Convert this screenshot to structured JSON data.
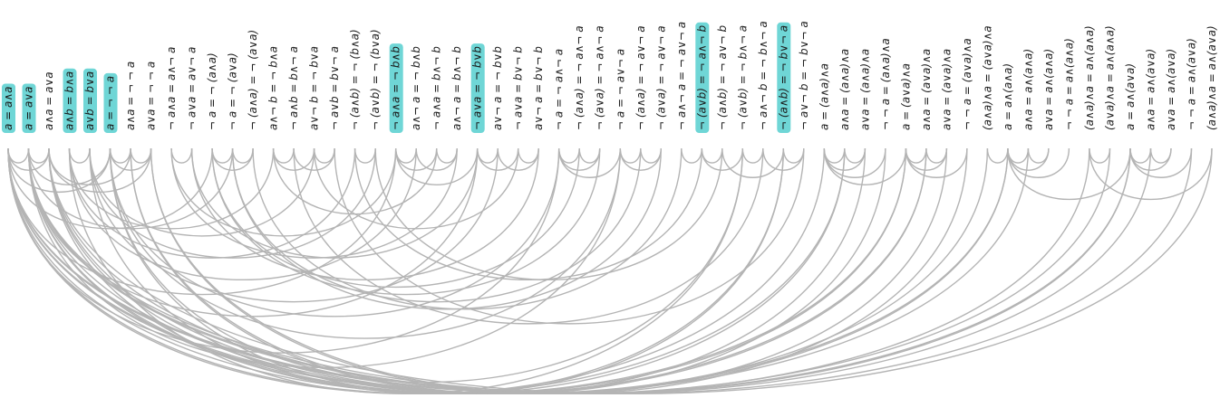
{
  "diagram": {
    "highlight_color": "#6fd6d6",
    "arc_color": "#b4b4b4",
    "text_color": "#222222",
    "nodes": [
      {
        "label": "a = a∧a",
        "highlight": true
      },
      {
        "label": "a = a∨a",
        "highlight": true
      },
      {
        "label": "a∧a = a∨a",
        "highlight": false
      },
      {
        "label": "a∧b = b∧a",
        "highlight": true
      },
      {
        "label": "a∨b = b∨a",
        "highlight": true
      },
      {
        "label": "a = ¬ ¬ a",
        "highlight": true
      },
      {
        "label": "a∧a = ¬ ¬ a",
        "highlight": false
      },
      {
        "label": "a∨a = ¬ ¬ a",
        "highlight": false
      },
      {
        "label": "¬ a∧a = a∧¬ a",
        "highlight": false
      },
      {
        "label": "¬ a∨a = a∨¬ a",
        "highlight": false
      },
      {
        "label": "¬ a = ¬ (a∧a)",
        "highlight": false
      },
      {
        "label": "¬ a = ¬ (a∨a)",
        "highlight": false
      },
      {
        "label": "¬ (a∧a) = ¬ (a∨a)",
        "highlight": false
      },
      {
        "label": "a∧¬ b = ¬ b∧a",
        "highlight": false
      },
      {
        "label": "¬ a∧b = b∧¬ a",
        "highlight": false
      },
      {
        "label": "a∨¬ b = ¬ b∨a",
        "highlight": false
      },
      {
        "label": "¬ a∨b = b∨¬ a",
        "highlight": false
      },
      {
        "label": "¬ (a∧b) = ¬ (b∧a)",
        "highlight": false
      },
      {
        "label": "¬ (a∨b) = ¬ (b∨a)",
        "highlight": false
      },
      {
        "label": "¬ a∧a = ¬ b∧b",
        "highlight": true
      },
      {
        "label": "a∧¬ a = ¬ b∧b",
        "highlight": false
      },
      {
        "label": "¬ a∧a = b∧¬ b",
        "highlight": false
      },
      {
        "label": "a∧¬ a = b∧¬ b",
        "highlight": false
      },
      {
        "label": "¬ a∨a = ¬ b∨b",
        "highlight": true
      },
      {
        "label": "a∨¬ a = ¬ b∨b",
        "highlight": false
      },
      {
        "label": "¬ a∨a = b∨¬ b",
        "highlight": false
      },
      {
        "label": "a∨¬ a = b∨¬ b",
        "highlight": false
      },
      {
        "label": "¬ a = ¬ a∧¬ a",
        "highlight": false
      },
      {
        "label": "¬ (a∧a) = ¬ a∧¬ a",
        "highlight": false
      },
      {
        "label": "¬ (a∨a) = ¬ a∧¬ a",
        "highlight": false
      },
      {
        "label": "¬ a = ¬ a∨¬ a",
        "highlight": false
      },
      {
        "label": "¬ (a∧a) = ¬ a∨¬ a",
        "highlight": false
      },
      {
        "label": "¬ (a∨a) = ¬ a∨¬ a",
        "highlight": false
      },
      {
        "label": "¬ a∧¬ a = ¬ a∨¬ a",
        "highlight": false
      },
      {
        "label": "¬ (a∨b) = ¬ a∧¬ b",
        "highlight": true
      },
      {
        "label": "¬ (a∧b) = ¬ a∨¬ b",
        "highlight": false
      },
      {
        "label": "¬ (a∨b) = ¬ b∧¬ a",
        "highlight": false
      },
      {
        "label": "¬ a∧¬ b = ¬ b∧¬ a",
        "highlight": false
      },
      {
        "label": "¬ (a∧b) = ¬ b∨¬ a",
        "highlight": true
      },
      {
        "label": "¬ a∨¬ b = ¬ b∨¬ a",
        "highlight": false
      },
      {
        "label": "a = (a∧a)∧a",
        "highlight": false
      },
      {
        "label": "a∧a = (a∧a)∧a",
        "highlight": false
      },
      {
        "label": "a∨a = (a∧a)∧a",
        "highlight": false
      },
      {
        "label": "¬ ¬ a = (a∧a)∧a",
        "highlight": false
      },
      {
        "label": "a = (a∨a)∧a",
        "highlight": false
      },
      {
        "label": "a∧a = (a∨a)∧a",
        "highlight": false
      },
      {
        "label": "a∨a = (a∨a)∧a",
        "highlight": false
      },
      {
        "label": "¬ ¬ a = (a∨a)∧a",
        "highlight": false
      },
      {
        "label": "(a∧a)∧a = (a∨a)∧a",
        "highlight": false
      },
      {
        "label": "a = a∧(a∧a)",
        "highlight": false
      },
      {
        "label": "a∧a = a∧(a∧a)",
        "highlight": false
      },
      {
        "label": "a∨a = a∧(a∧a)",
        "highlight": false
      },
      {
        "label": "¬ ¬ a = a∧(a∧a)",
        "highlight": false
      },
      {
        "label": "(a∧a)∧a = a∧(a∧a)",
        "highlight": false
      },
      {
        "label": "(a∨a)∧a = a∧(a∧a)",
        "highlight": false
      },
      {
        "label": "a = a∧(a∨a)",
        "highlight": false
      },
      {
        "label": "a∧a = a∧(a∨a)",
        "highlight": false
      },
      {
        "label": "a∨a = a∧(a∨a)",
        "highlight": false
      },
      {
        "label": "¬ ¬ a = a∧(a∨a)",
        "highlight": false
      },
      {
        "label": "(a∧a)∧a = a∧(a∨a)",
        "highlight": false
      }
    ],
    "edges": [
      [
        0,
        1
      ],
      [
        0,
        2
      ],
      [
        1,
        2
      ],
      [
        3,
        4
      ],
      [
        0,
        5
      ],
      [
        1,
        5
      ],
      [
        2,
        6
      ],
      [
        2,
        7
      ],
      [
        6,
        7
      ],
      [
        5,
        6
      ],
      [
        5,
        7
      ],
      [
        8,
        9
      ],
      [
        10,
        11
      ],
      [
        11,
        12
      ],
      [
        10,
        12
      ],
      [
        13,
        14
      ],
      [
        15,
        16
      ],
      [
        13,
        15
      ],
      [
        14,
        16
      ],
      [
        17,
        18
      ],
      [
        3,
        17
      ],
      [
        4,
        18
      ],
      [
        19,
        20
      ],
      [
        19,
        21
      ],
      [
        20,
        22
      ],
      [
        21,
        22
      ],
      [
        23,
        24
      ],
      [
        23,
        25
      ],
      [
        24,
        26
      ],
      [
        25,
        26
      ],
      [
        19,
        23
      ],
      [
        27,
        28
      ],
      [
        28,
        29
      ],
      [
        27,
        29
      ],
      [
        30,
        31
      ],
      [
        31,
        32
      ],
      [
        30,
        32
      ],
      [
        27,
        30
      ],
      [
        33,
        34
      ],
      [
        34,
        36
      ],
      [
        35,
        38
      ],
      [
        36,
        37
      ],
      [
        38,
        39
      ],
      [
        35,
        34
      ],
      [
        37,
        39
      ],
      [
        40,
        41
      ],
      [
        40,
        42
      ],
      [
        41,
        42
      ],
      [
        40,
        43
      ],
      [
        44,
        45
      ],
      [
        44,
        46
      ],
      [
        45,
        46
      ],
      [
        44,
        47
      ],
      [
        40,
        44
      ],
      [
        48,
        49
      ],
      [
        49,
        50
      ],
      [
        49,
        51
      ],
      [
        50,
        51
      ],
      [
        49,
        52
      ],
      [
        53,
        54
      ],
      [
        55,
        56
      ],
      [
        55,
        57
      ],
      [
        56,
        57
      ],
      [
        55,
        58
      ],
      [
        49,
        55
      ],
      [
        53,
        59
      ],
      [
        0,
        10
      ],
      [
        1,
        11
      ],
      [
        0,
        19
      ],
      [
        1,
        23
      ],
      [
        3,
        13
      ],
      [
        4,
        15
      ],
      [
        5,
        27
      ],
      [
        5,
        30
      ],
      [
        8,
        19
      ],
      [
        9,
        23
      ],
      [
        0,
        40
      ],
      [
        1,
        44
      ],
      [
        0,
        49
      ],
      [
        1,
        55
      ],
      [
        2,
        41
      ],
      [
        2,
        45
      ],
      [
        6,
        43
      ],
      [
        7,
        47
      ],
      [
        3,
        20
      ],
      [
        4,
        24
      ],
      [
        13,
        21
      ],
      [
        15,
        25
      ],
      [
        17,
        34
      ],
      [
        18,
        35
      ],
      [
        10,
        28
      ],
      [
        11,
        32
      ],
      [
        0,
        27
      ],
      [
        1,
        30
      ],
      [
        5,
        36
      ],
      [
        5,
        38
      ],
      [
        8,
        22
      ],
      [
        9,
        26
      ],
      [
        12,
        33
      ],
      [
        14,
        37
      ],
      [
        16,
        39
      ],
      [
        0,
        41
      ],
      [
        1,
        45
      ],
      [
        0,
        50
      ],
      [
        1,
        56
      ],
      [
        2,
        48
      ],
      [
        2,
        53
      ],
      [
        2,
        59
      ],
      [
        6,
        42
      ],
      [
        7,
        46
      ],
      [
        3,
        36
      ],
      [
        4,
        38
      ],
      [
        0,
        54
      ],
      [
        1,
        58
      ],
      [
        10,
        29
      ],
      [
        11,
        31
      ],
      [
        0,
        44
      ],
      [
        1,
        49
      ],
      [
        0,
        55
      ]
    ]
  }
}
